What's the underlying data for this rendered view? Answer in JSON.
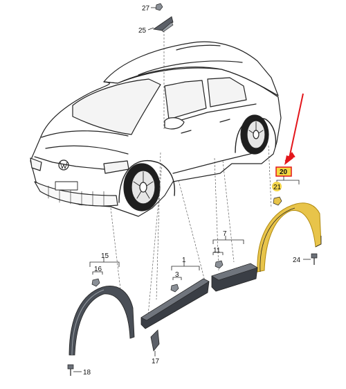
{
  "diagram": {
    "colors": {
      "line": "#222222",
      "car_fill": "#ffffff",
      "part_dark": "#3a3e45",
      "part_mid": "#70757d",
      "part_light": "#c9ccd0",
      "highlight_part": "#e8c44a",
      "highlight_part_edge": "#b08a10",
      "highlight_bolt": "#f2d44a",
      "arrow": "#e3161b",
      "label_box_fill": "#f4d840",
      "label_box_border": "#e3161b"
    },
    "labels": {
      "p27": "27",
      "p25": "25",
      "p20": "20",
      "p21": "21",
      "p24": "24",
      "p15": "15",
      "p16": "16",
      "p1": "1",
      "p3": "3",
      "p7": "7",
      "p11": "11",
      "p17": "17",
      "p18": "18"
    },
    "icons": {
      "pointer": "red-arrow-icon",
      "clip": "clip-icon",
      "bolt": "bolt-icon",
      "wedge": "mirror-cap-icon"
    }
  }
}
